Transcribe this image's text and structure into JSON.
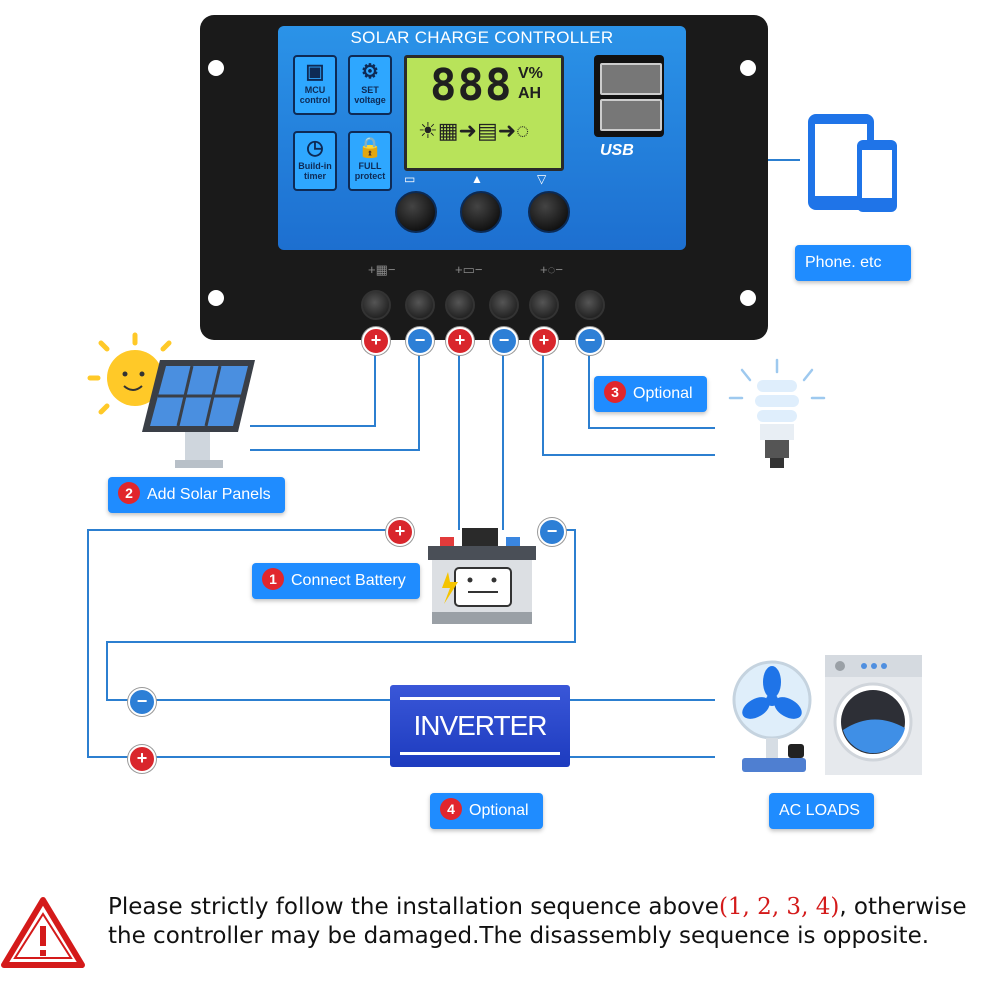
{
  "controller": {
    "title": "SOLAR CHARGE CONTROLLER",
    "features": [
      {
        "icon": "chip-icon",
        "label": "MCU control"
      },
      {
        "icon": "gear-icon",
        "label": "SET voltage"
      },
      {
        "icon": "clock-icon",
        "label": "Build-in timer"
      },
      {
        "icon": "lock-icon",
        "label": "FULL protect"
      }
    ],
    "display": {
      "digits": "888",
      "unit_top": "V%",
      "unit_bottom": "AH"
    },
    "usb_label": "USB",
    "button_icons": [
      "menu-icon",
      "up-icon",
      "down-icon"
    ]
  },
  "labels": {
    "phone": "Phone. etc",
    "solar": {
      "num": "2",
      "text": "Add Solar Panels"
    },
    "battery": {
      "num": "1",
      "text": "Connect Battery"
    },
    "load_optional": {
      "num": "3",
      "text": "Optional"
    },
    "inverter_optional": {
      "num": "4",
      "text": "Optional"
    },
    "ac_loads": "AC LOADS"
  },
  "inverter": {
    "label": "INVERTER"
  },
  "polarity": {
    "pos": "+",
    "neg": "−"
  },
  "warning": {
    "text_before": "Please strictly follow the installation sequence above",
    "sequence": "(1, 2, 3, 4)",
    "text_after": ", otherwise the controller may be damaged.The disassembly sequence is opposite."
  },
  "colors": {
    "accent_blue": "#1f8cff",
    "positive_red": "#d9262c",
    "negative_blue": "#2d7fd6",
    "warning_red": "#d41a1a"
  }
}
